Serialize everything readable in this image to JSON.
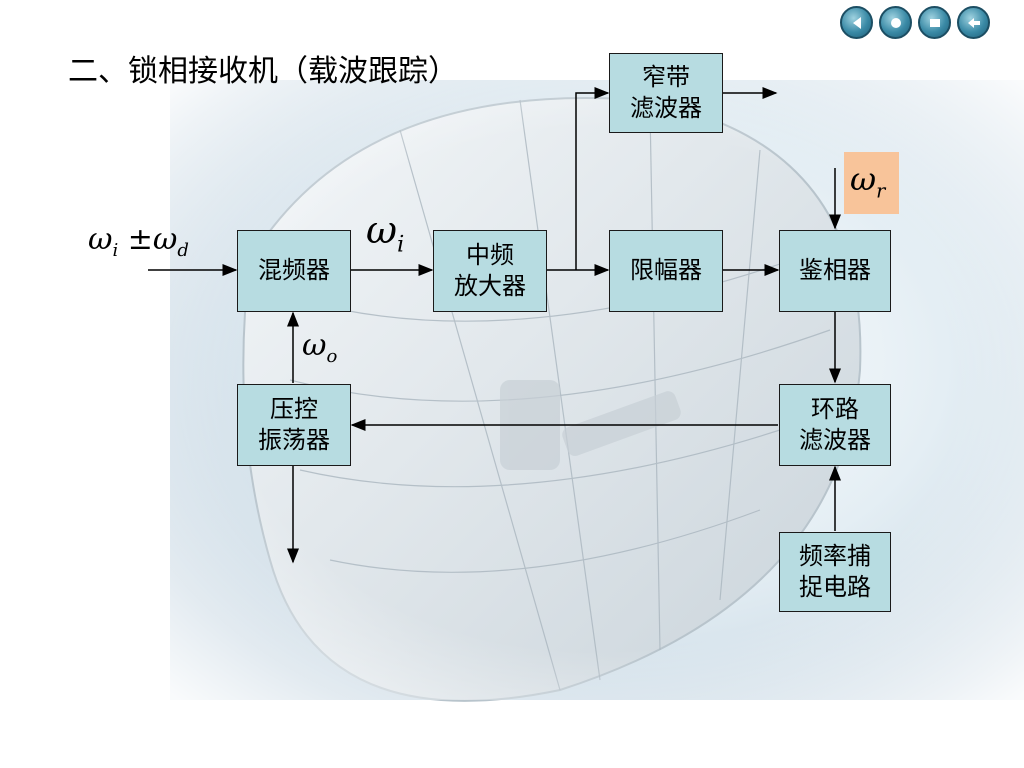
{
  "title": "二、锁相接收机（载波跟踪）",
  "blocks": {
    "mixer": "混频器",
    "if_amp": "中频\n放大器",
    "narrowband_filter": "窄带\n滤波器",
    "limiter": "限幅器",
    "phase_detector": "鉴相器",
    "vco": "压控\n振荡器",
    "loop_filter": "环路\n滤波器",
    "freq_capture": "频率捕\n捉电路"
  },
  "signals": {
    "input_omega": "ω",
    "input_i_sub": "i",
    "input_pm": "±",
    "input_d_omega": "ω",
    "input_d_sub": "d",
    "if_omega": "ω",
    "if_sub": "i",
    "vco_omega": "ω",
    "vco_sub": "o",
    "ref_omega": "ω",
    "ref_sub": "r"
  },
  "colors": {
    "block_fill": "#b7dce1",
    "ref_fill": "#f8c49a"
  },
  "nav": [
    "prev-icon",
    "home-icon",
    "end-icon",
    "back-icon"
  ]
}
